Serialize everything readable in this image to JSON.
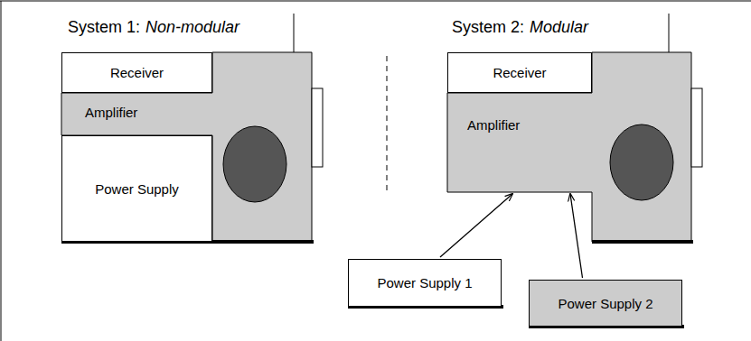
{
  "diagram": {
    "nodes": [
      {
        "text": [
          "Receiver"
        ]
      },
      {
        "text": [
          "Amplifier"
        ]
      },
      {
        "text": [
          "Power Supply"
        ]
      },
      {
        "text": [
          "Receiver"
        ]
      },
      {
        "text": [
          "Amplifier"
        ]
      },
      {
        "text": [
          "Power Supply 1"
        ]
      },
      {
        "text": [
          "Power Supply 2"
        ]
      }
    ],
    "edges": [
      {
        "from": 5,
        "to": 4,
        "arrow": "to"
      },
      {
        "from": 6,
        "to": 4,
        "arrow": "to"
      }
    ],
    "labels": [
      "System 1:",
      "Non-modular",
      "System 2:",
      "Modular"
    ]
  }
}
